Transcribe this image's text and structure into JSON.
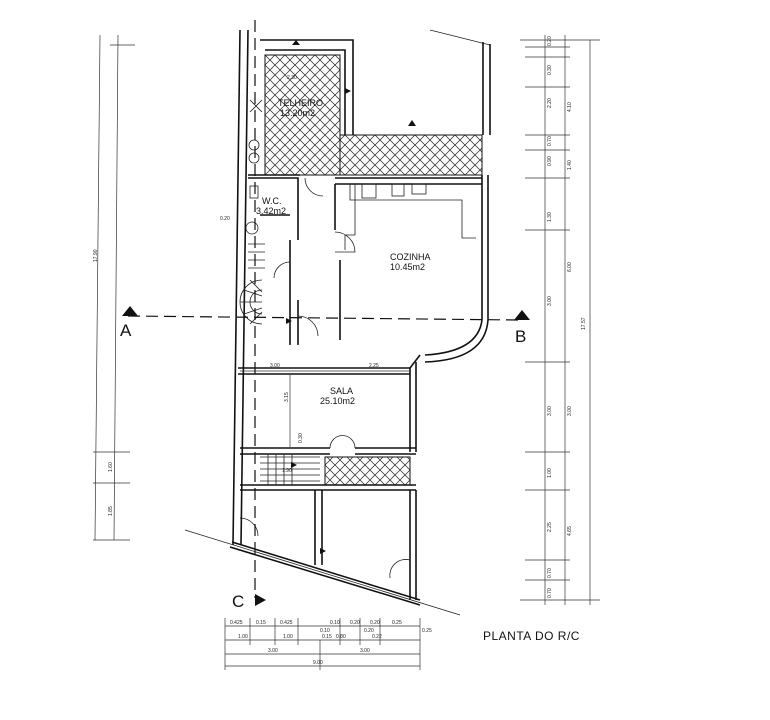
{
  "drawing": {
    "title": "PLANTA DO R/C",
    "section_a": "A",
    "section_b": "B",
    "section_c": "C"
  },
  "rooms": {
    "telheiro": {
      "name": "TELHEIRO",
      "area": "13.20m2"
    },
    "wc": {
      "name": "W.C.",
      "area": "3.42m2"
    },
    "cozinha": {
      "name": "COZINHA",
      "area": "10.45m2"
    },
    "sala": {
      "name": "SALA",
      "area": "25.10m2"
    }
  },
  "dims_right_inner": [
    "0.20",
    "0.30",
    "2.20",
    "0.70",
    "0.90",
    "1.30",
    "3.00",
    "3.00",
    "1.00",
    "2.25",
    "0.70",
    "0.70"
  ],
  "dims_right_outer": [
    "4.10",
    "1.40",
    "6.00",
    "17.57",
    "3.00",
    "4.65"
  ],
  "dims_left": [
    "17.90",
    "1.60",
    "1.85"
  ],
  "dims_bottom_top": [
    "0.425",
    "0.15",
    "0.425",
    "0.10",
    "0.20",
    "0.20",
    "0.25"
  ],
  "dims_bottom_mid": [
    "1.00",
    "1.00",
    "0.10",
    "0.15",
    "0.80",
    "0.20",
    "0.22",
    "0.25"
  ],
  "dims_bottom_totals": [
    "3.00",
    "3.00",
    "9.00"
  ],
  "dims_interior": [
    "2.30",
    "2.25",
    "3.00",
    "0.20",
    "3.15",
    "0.30",
    "1.90"
  ]
}
